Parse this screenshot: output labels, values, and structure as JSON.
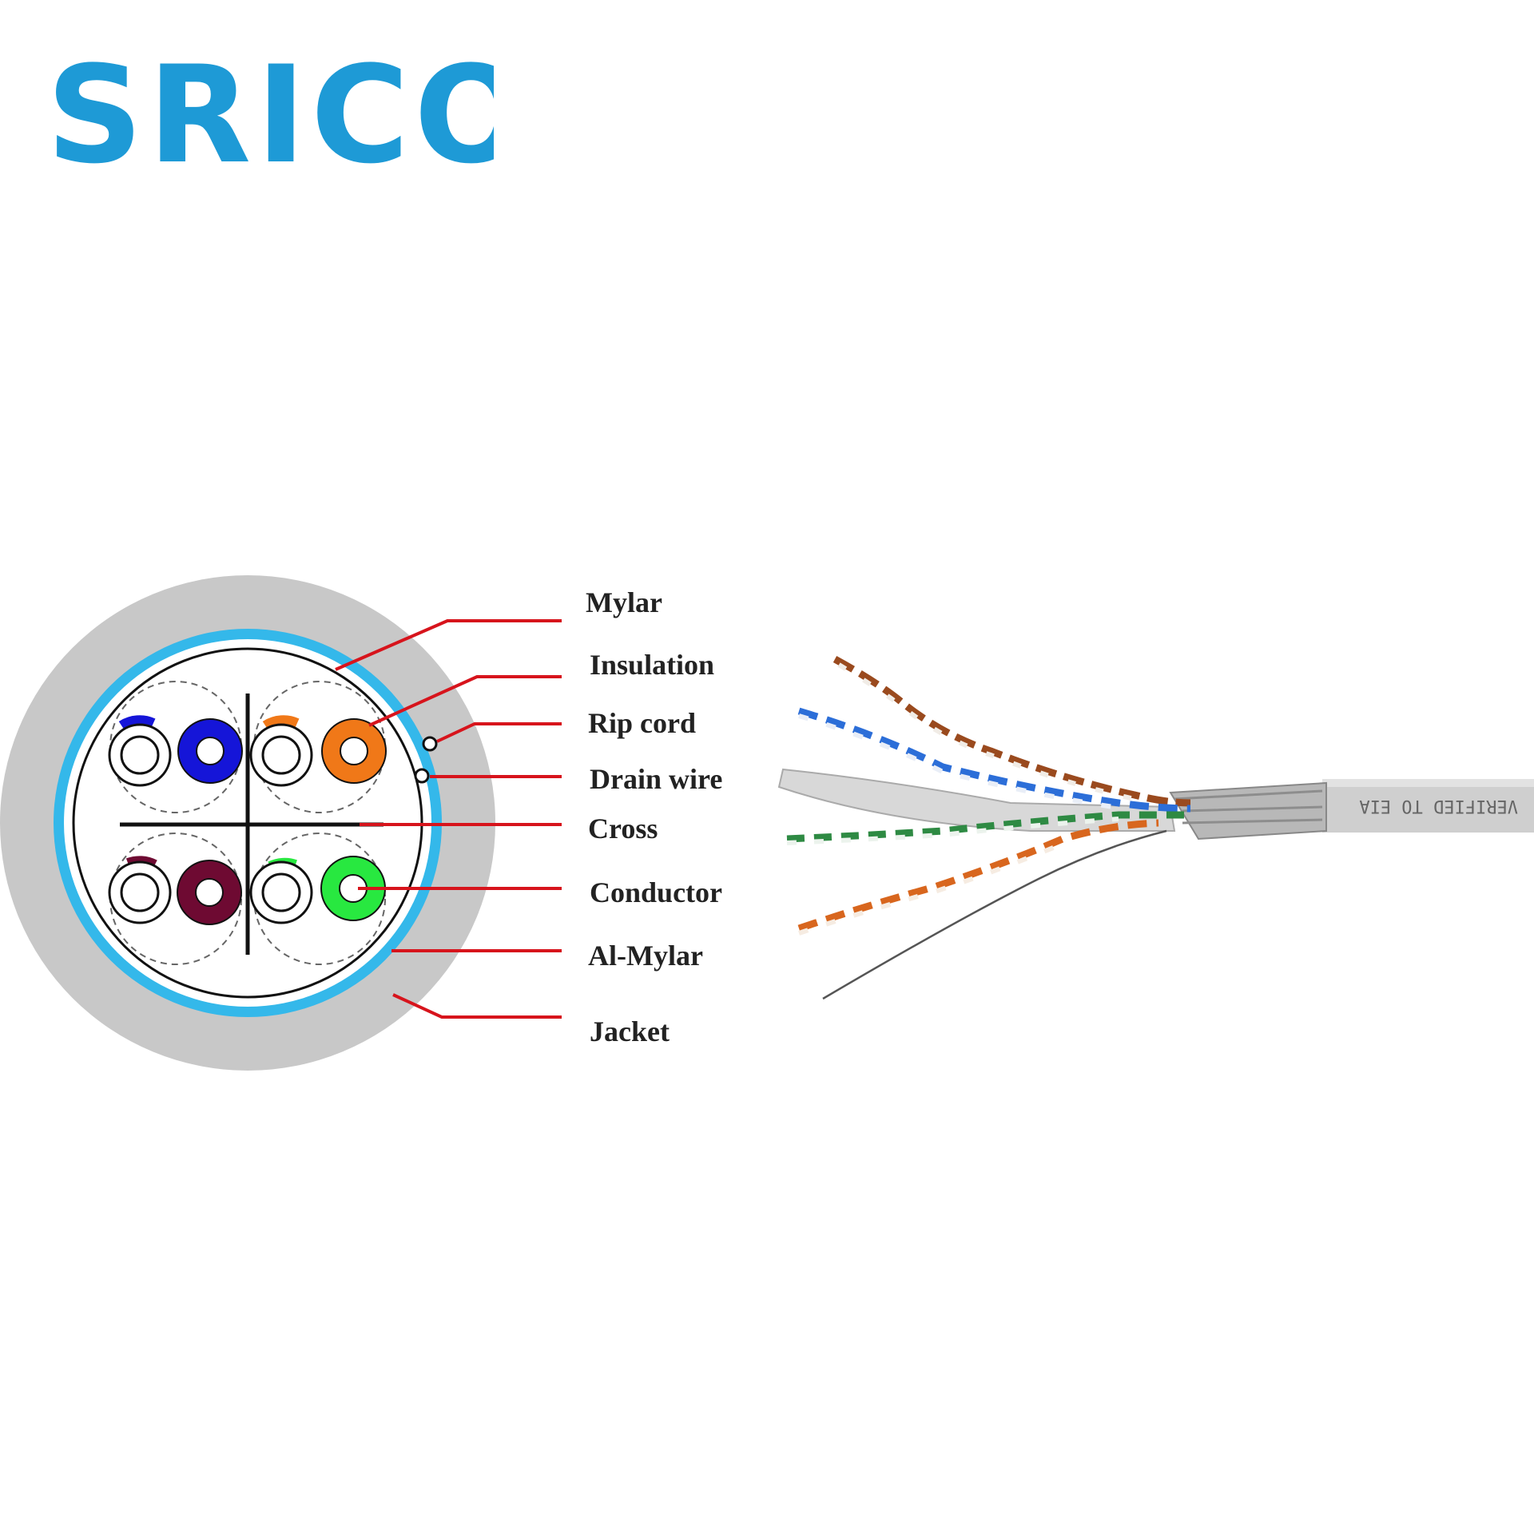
{
  "logo": {
    "text": "SRICO"
  },
  "labels": [
    {
      "id": "mylar",
      "text": "Mylar"
    },
    {
      "id": "insulation",
      "text": "Insulation"
    },
    {
      "id": "rip-cord",
      "text": "Rip cord"
    },
    {
      "id": "drain-wire",
      "text": "Drain wire"
    },
    {
      "id": "cross",
      "text": "Cross"
    },
    {
      "id": "conductor",
      "text": "Conductor"
    },
    {
      "id": "al-mylar",
      "text": "Al-Mylar"
    },
    {
      "id": "jacket",
      "text": "Jacket"
    }
  ],
  "cable_print": "VERIFIED TO EIA",
  "colors": {
    "brand": "#1e9ad6",
    "jacket": "#c8c8c8",
    "al_mylar": "#34b8ea",
    "leader": "#d7141c",
    "pair_blue": "#1515d8",
    "pair_orange": "#f07818",
    "pair_brown": "#6e0a32",
    "pair_green": "#28e840"
  }
}
